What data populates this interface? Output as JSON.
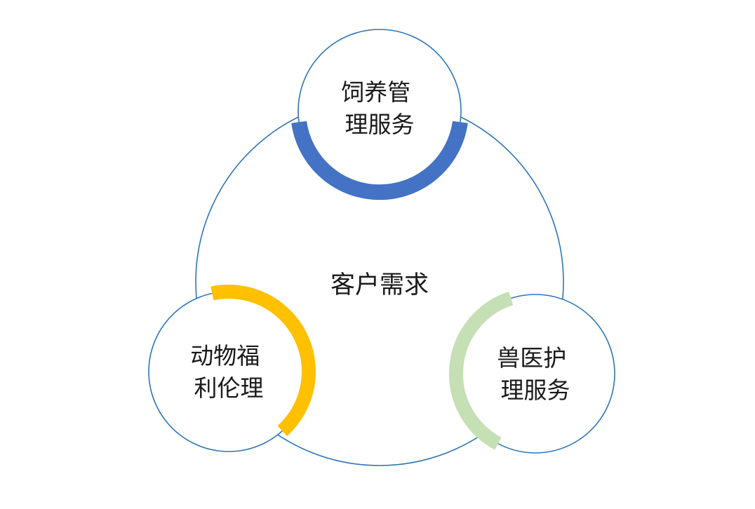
{
  "center": {
    "label": "客户需求"
  },
  "nodes": [
    {
      "id": "feeding",
      "lines": [
        "饲养管",
        "理服务"
      ],
      "arc_color": "#4472C4"
    },
    {
      "id": "vet",
      "lines": [
        "兽医护",
        "理服务"
      ],
      "arc_color": "#C5E0B4"
    },
    {
      "id": "welfare",
      "lines": [
        "动物福",
        "利伦理"
      ],
      "arc_color": "#FFC000"
    }
  ],
  "colors": {
    "outline": "#2E75B6",
    "background": "#FFFFFF"
  }
}
